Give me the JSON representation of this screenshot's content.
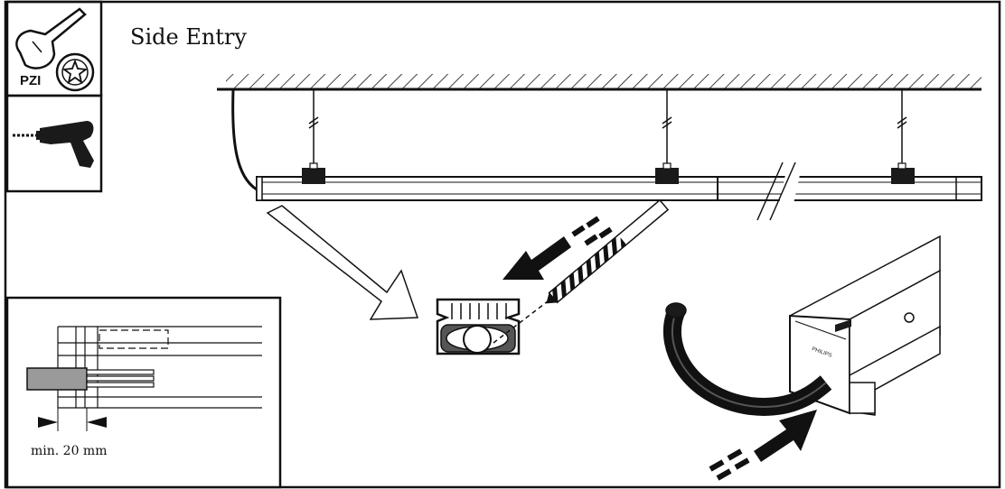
{
  "title": "Side Entry",
  "tool_label": "PZI",
  "detail_label": "min. 20 mm",
  "colors": {
    "line": "#111111",
    "fill_dark": "#1a1a1a",
    "grey": "#9a9a9a",
    "background": "#ffffff"
  },
  "icons": [
    "screwdriver-icon",
    "pozidriv-bit-icon",
    "drill-icon"
  ]
}
